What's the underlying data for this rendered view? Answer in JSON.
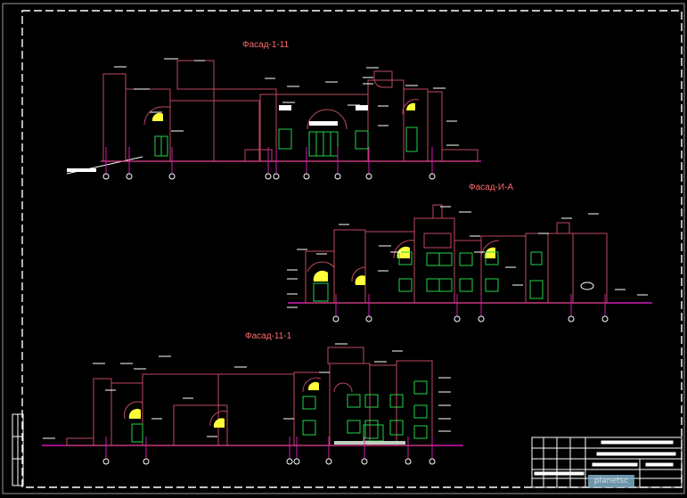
{
  "drawing": {
    "elevation_1_title": "Фасад-1-11",
    "elevation_2_title": "Фасад-И-А",
    "elevation_3_title": "Фасад-11-1"
  },
  "colors": {
    "background": "#000000",
    "frame": "#ffffff",
    "walls": "#c0485f",
    "ground": "#d11ab0",
    "windows": "#24d24a",
    "arch_fill": "#ffff3a",
    "marks": "#f0f0f0",
    "title_text": "#ff6b6b"
  },
  "watermark": "planetsc"
}
